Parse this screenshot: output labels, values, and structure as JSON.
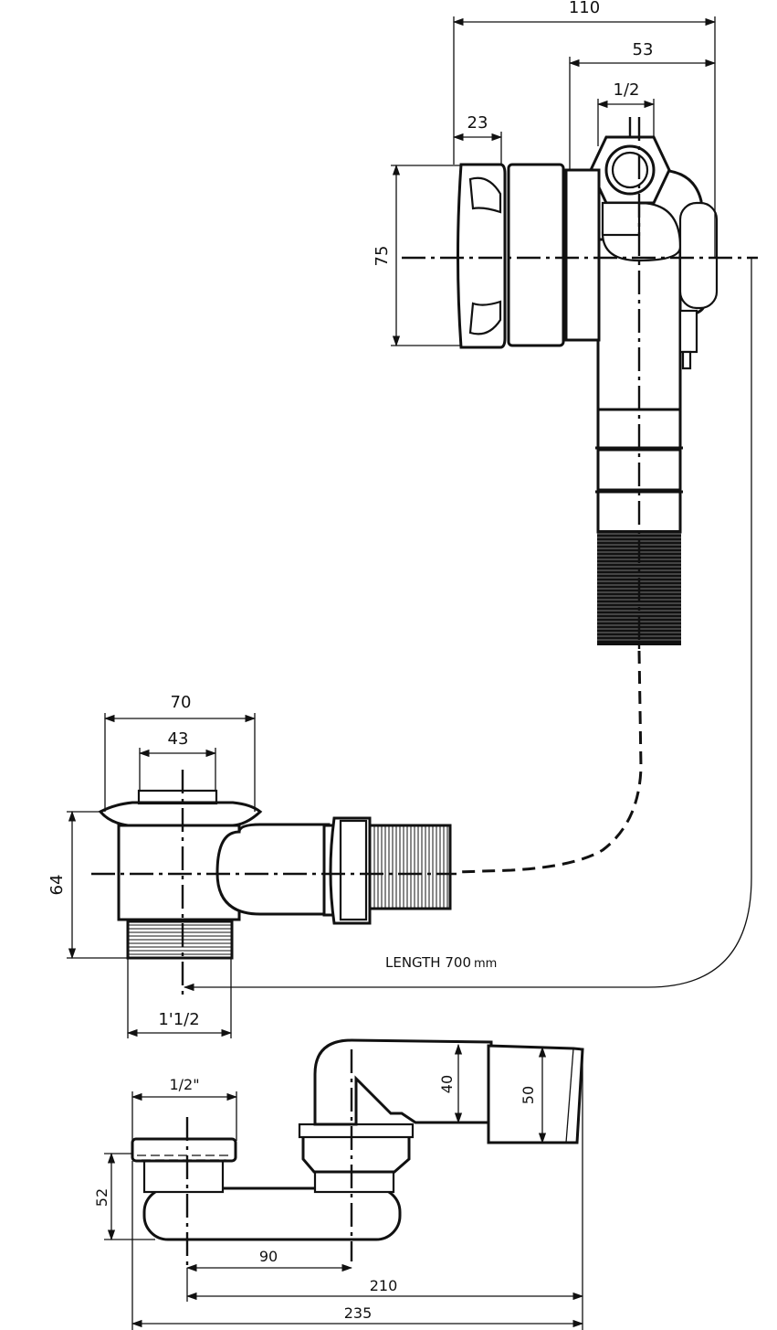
{
  "overflow_unit": {
    "dims": {
      "overall_width": "110",
      "outlet_width": "53",
      "thread_size": "1/2",
      "cap_depth": "23",
      "cap_height": "75"
    }
  },
  "waste_unit": {
    "dims": {
      "flange_diameter": "70",
      "plug_diameter": "43",
      "height": "64",
      "outlet_thread": "1'1/2"
    },
    "hose_note": "LENGTH 700",
    "hose_unit": "mm"
  },
  "trap_unit": {
    "dims": {
      "inlet_thread": "1/2\"",
      "inlet_height": "52",
      "outlet_inner": "40",
      "outlet_outer": "50",
      "inlet_to_trap": "90",
      "inlet_to_outlet": "210",
      "overall_length": "235"
    }
  }
}
